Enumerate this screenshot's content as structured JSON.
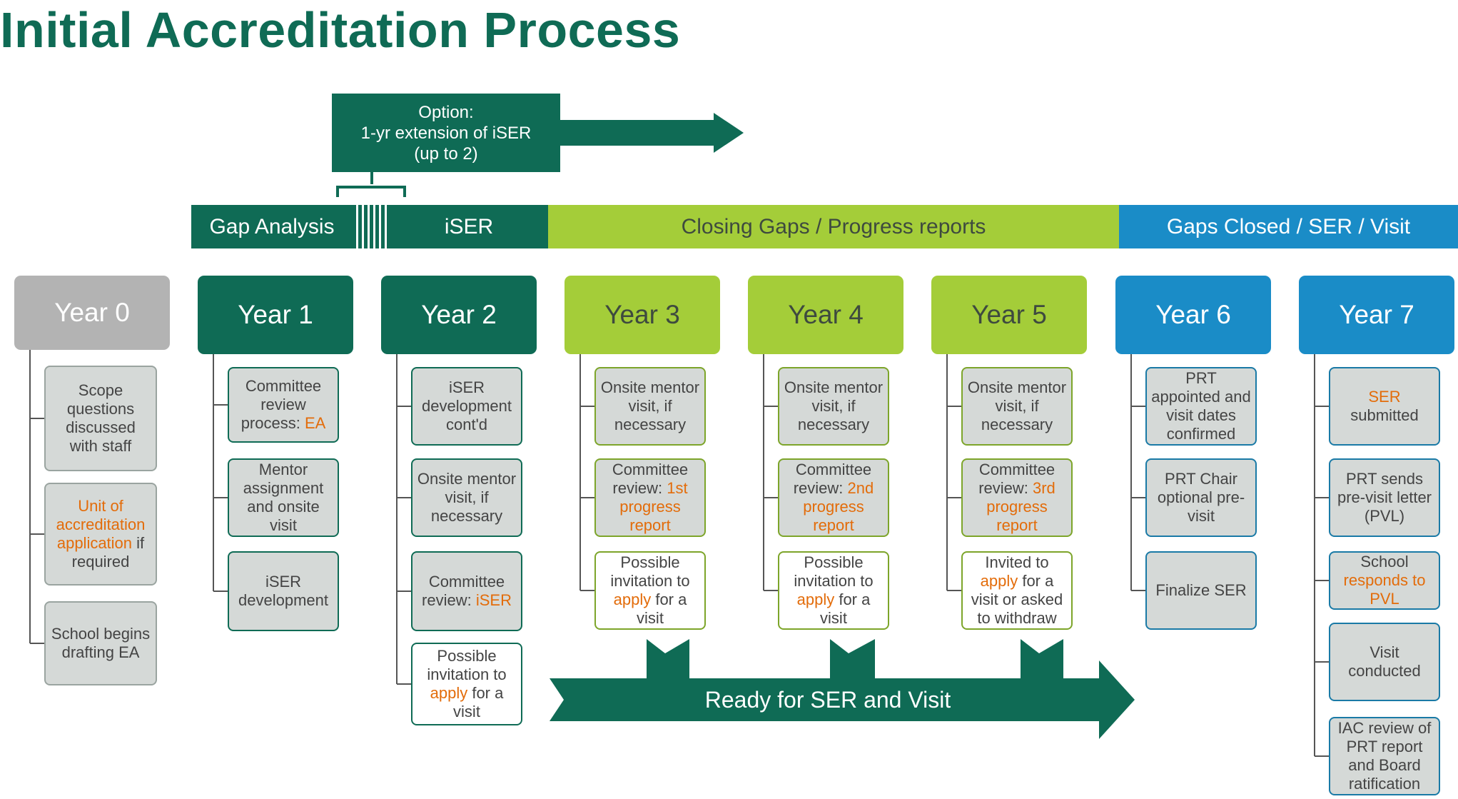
{
  "title": "Initial Accreditation Process",
  "option": {
    "line1": "Option:",
    "line2": "1-yr extension of iSER",
    "line3": "(up to 2)"
  },
  "phases": {
    "gap_analysis": "Gap Analysis",
    "iser": "iSER",
    "closing_gaps": "Closing Gaps / Progress reports",
    "gaps_closed": "Gaps Closed / SER / Visit"
  },
  "ready_banner": "Ready for SER and Visit",
  "colors": {
    "dark_green": "#0f6b55",
    "lime": "#a4cd39",
    "blue": "#1a8cc7",
    "gray": "#b3b3b3",
    "highlight": "#e36c0a"
  },
  "years": [
    {
      "label": "Year 0",
      "items": [
        {
          "text": [
            "Scope questions discussed with staff"
          ]
        },
        {
          "text": [
            "Unit of accreditation application",
            " if required"
          ],
          "hl": [
            0
          ]
        },
        {
          "text": [
            "School begins drafting EA"
          ]
        }
      ]
    },
    {
      "label": "Year 1",
      "items": [
        {
          "text": [
            "Committee review process: ",
            "EA"
          ],
          "hl": [
            1
          ]
        },
        {
          "text": [
            "Mentor assignment and onsite visit"
          ]
        },
        {
          "text": [
            "iSER development"
          ]
        }
      ]
    },
    {
      "label": "Year 2",
      "items": [
        {
          "text": [
            "iSER development cont'd"
          ]
        },
        {
          "text": [
            "Onsite mentor visit, if necessary"
          ]
        },
        {
          "text": [
            "Committee review: ",
            "iSER"
          ],
          "hl": [
            1
          ]
        },
        {
          "text": [
            "Possible invitation to ",
            "apply",
            " for a visit"
          ],
          "hl": [
            1
          ]
        }
      ]
    },
    {
      "label": "Year 3",
      "items": [
        {
          "text": [
            "Onsite mentor visit, if necessary"
          ]
        },
        {
          "text": [
            "Committee review: ",
            "1st progress report"
          ],
          "hl": [
            1
          ]
        },
        {
          "text": [
            "Possible invitation to ",
            "apply",
            " for a visit"
          ],
          "hl": [
            1
          ]
        }
      ]
    },
    {
      "label": "Year 4",
      "items": [
        {
          "text": [
            "Onsite mentor visit, if necessary"
          ]
        },
        {
          "text": [
            "Committee review: ",
            "2nd progress report"
          ],
          "hl": [
            1
          ]
        },
        {
          "text": [
            "Possible invitation to ",
            "apply",
            " for a visit"
          ],
          "hl": [
            1
          ]
        }
      ]
    },
    {
      "label": "Year 5",
      "items": [
        {
          "text": [
            "Onsite mentor visit, if necessary"
          ]
        },
        {
          "text": [
            "Committee review: ",
            "3rd progress report"
          ],
          "hl": [
            1
          ]
        },
        {
          "text": [
            "Invited to ",
            "apply",
            " for a visit or asked to withdraw"
          ],
          "hl": [
            1
          ]
        }
      ]
    },
    {
      "label": "Year 6",
      "items": [
        {
          "text": [
            "PRT appointed and visit dates confirmed"
          ]
        },
        {
          "text": [
            "PRT Chair optional pre-visit"
          ]
        },
        {
          "text": [
            "Finalize SER"
          ]
        }
      ]
    },
    {
      "label": "Year 7",
      "items": [
        {
          "text": [
            "SER",
            " submitted"
          ],
          "hl": [
            0
          ]
        },
        {
          "text": [
            "PRT sends pre-visit letter (PVL)"
          ]
        },
        {
          "text": [
            "School ",
            "responds to PVL"
          ],
          "hl": [
            1
          ]
        },
        {
          "text": [
            "Visit conducted"
          ]
        },
        {
          "text": [
            "IAC review of PRT report and Board ratification"
          ]
        }
      ]
    }
  ]
}
